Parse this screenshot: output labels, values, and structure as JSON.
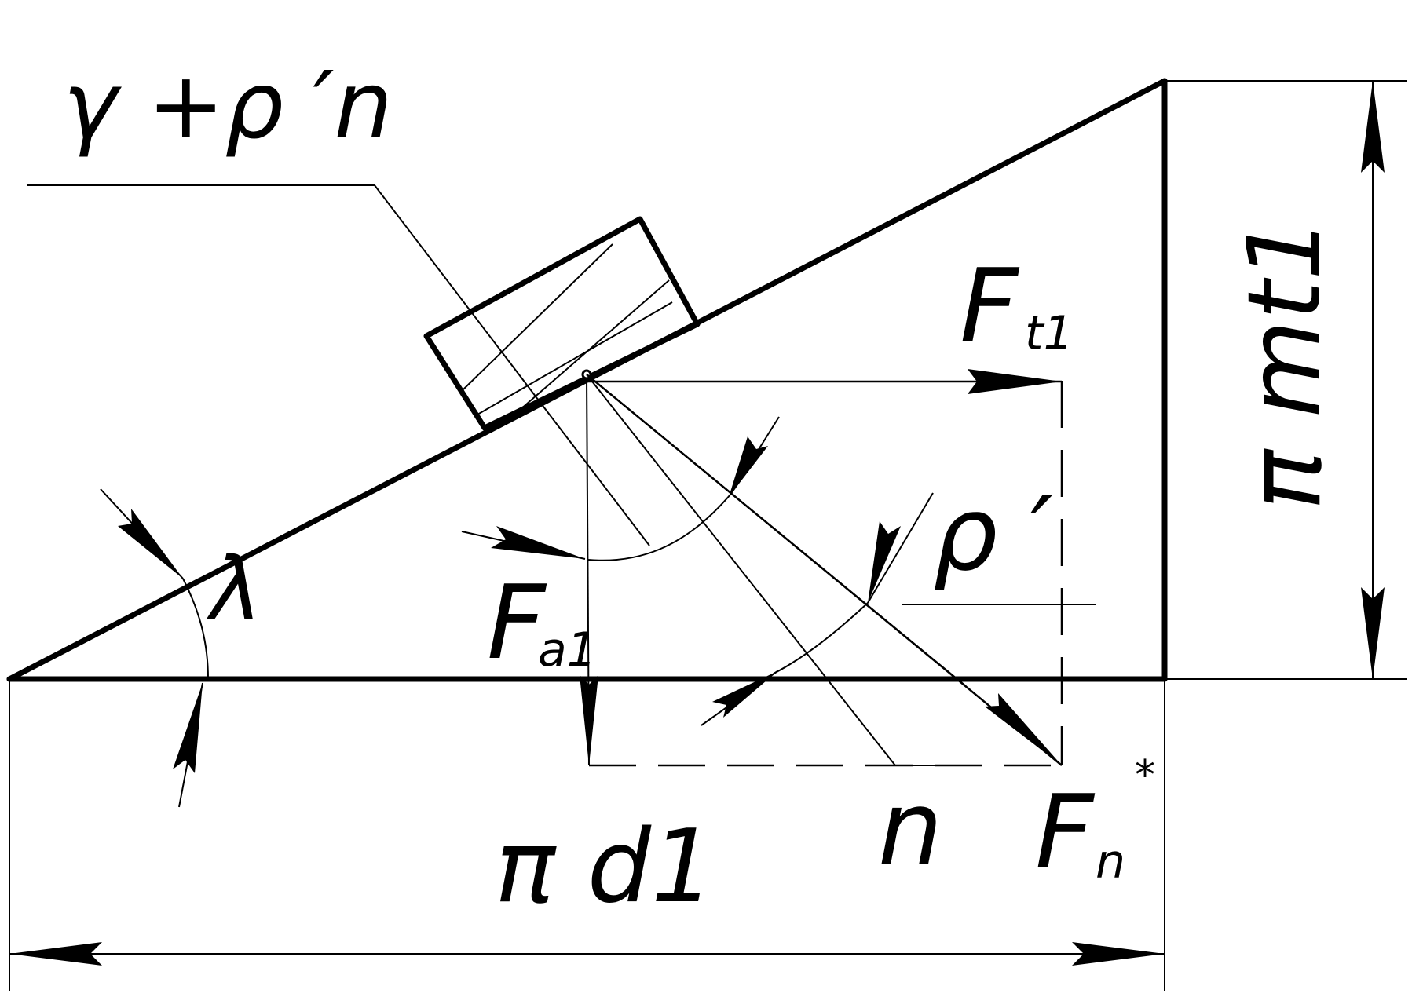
{
  "labels": {
    "angle_sum": "γ +ρ ′n",
    "force_tangential": "F",
    "force_tangential_sub": "t1",
    "force_axial": "F",
    "force_axial_sub": "a1",
    "force_normal": "F",
    "force_normal_sub": "n",
    "force_normal_sup": "*",
    "normal_line": "n",
    "friction_angle": "ρ ′",
    "lead_angle": "λ",
    "base_dimension": "π d1",
    "height_dimension": "π mt1"
  },
  "colors": {
    "ink": "#000000",
    "background": "#ffffff"
  }
}
